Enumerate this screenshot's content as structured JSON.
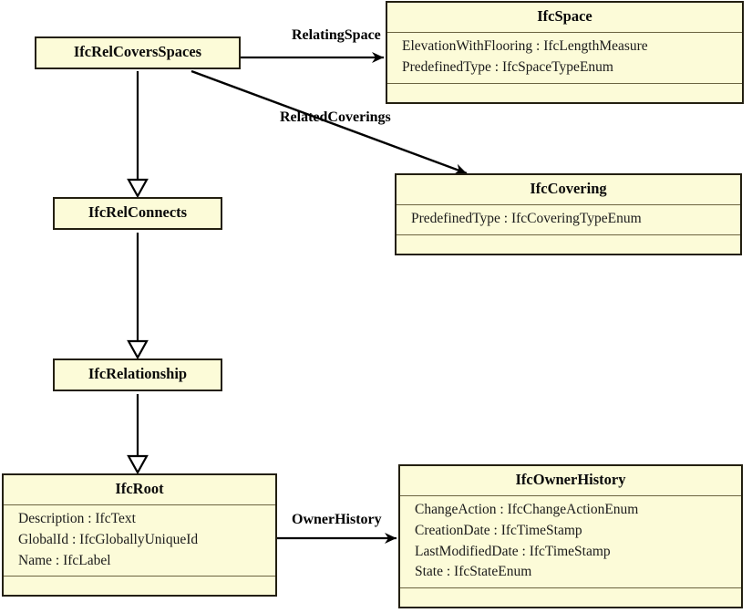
{
  "diagram": {
    "kind": "uml-class-diagram",
    "colors": {
      "class_fill": "#fcfbd8",
      "class_border": "#231f10",
      "compartment_divider": "#6b6340",
      "edge": "#000000",
      "background": "#ffffff"
    },
    "classes": [
      {
        "id": "ifcrelcoversspaces",
        "name": "IfcRelCoversSpaces",
        "attributes": [],
        "has_empty_compartment": false
      },
      {
        "id": "ifcspace",
        "name": "IfcSpace",
        "attributes": [
          "ElevationWithFlooring : IfcLengthMeasure",
          "PredefinedType : IfcSpaceTypeEnum"
        ],
        "has_empty_compartment": true
      },
      {
        "id": "ifccovering",
        "name": "IfcCovering",
        "attributes": [
          "PredefinedType : IfcCoveringTypeEnum"
        ],
        "has_empty_compartment": true
      },
      {
        "id": "ifcrelconnects",
        "name": "IfcRelConnects",
        "attributes": [],
        "has_empty_compartment": false
      },
      {
        "id": "ifcrelationship",
        "name": "IfcRelationship",
        "attributes": [],
        "has_empty_compartment": false
      },
      {
        "id": "ifcroot",
        "name": "IfcRoot",
        "attributes": [
          "Description : IfcText",
          "GlobalId : IfcGloballyUniqueId",
          "Name : IfcLabel"
        ],
        "has_empty_compartment": true
      },
      {
        "id": "ifcownerhistory",
        "name": "IfcOwnerHistory",
        "attributes": [
          "ChangeAction : IfcChangeActionEnum",
          "CreationDate : IfcTimeStamp",
          "LastModifiedDate : IfcTimeStamp",
          "State : IfcStateEnum"
        ],
        "has_empty_compartment": true
      }
    ],
    "edges": [
      {
        "id": "relatingspace",
        "label": "RelatingSpace",
        "from": "IfcRelCoversSpaces",
        "to": "IfcSpace",
        "type": "association"
      },
      {
        "id": "relatedcoverings",
        "label": "RelatedCoverings",
        "from": "IfcRelCoversSpaces",
        "to": "IfcCovering",
        "type": "association"
      },
      {
        "id": "ownerhistory",
        "label": "OwnerHistory",
        "from": "IfcRoot",
        "to": "IfcOwnerHistory",
        "type": "association"
      },
      {
        "id": "gen-relcoversspaces-relconnects",
        "label": "",
        "from": "IfcRelCoversSpaces",
        "to": "IfcRelConnects",
        "type": "generalization"
      },
      {
        "id": "gen-relconnects-relationship",
        "label": "",
        "from": "IfcRelConnects",
        "to": "IfcRelationship",
        "type": "generalization"
      },
      {
        "id": "gen-relationship-root",
        "label": "",
        "from": "IfcRelationship",
        "to": "IfcRoot",
        "type": "generalization"
      }
    ]
  }
}
